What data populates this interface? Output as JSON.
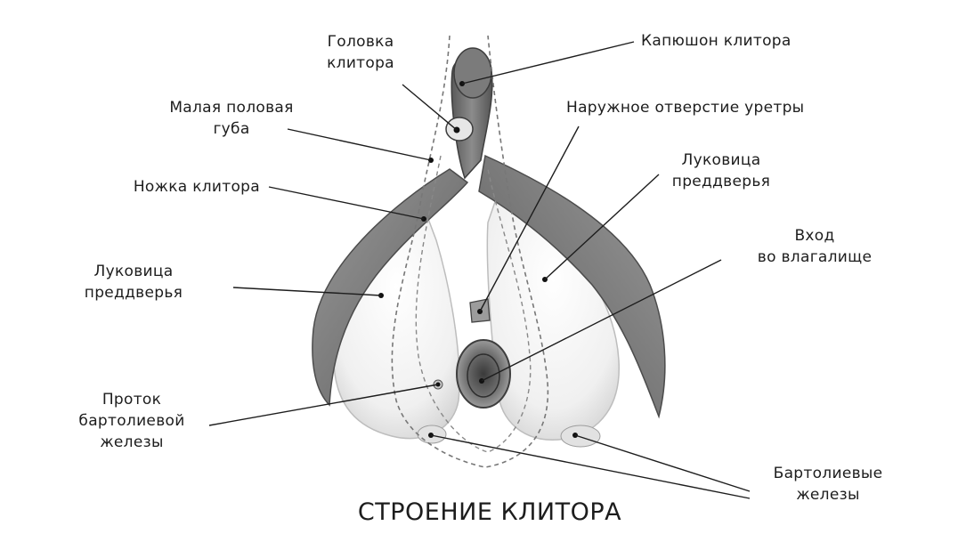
{
  "diagram": {
    "caption": "СТРОЕНИЕ КЛИТОРА",
    "labels": {
      "glans": [
        "Головка",
        "клитора"
      ],
      "hood": [
        "Капюшон клитора"
      ],
      "labia_minora": [
        "Малая половая",
        "губа"
      ],
      "urethra": [
        "Наружное отверстие уретры"
      ],
      "crus": [
        "Ножка клитора"
      ],
      "bulb_right": [
        "Луковица",
        "преддверья"
      ],
      "bulb_left": [
        "Луковица",
        "преддверья"
      ],
      "vaginal_opening": [
        "Вход",
        "во влагалище"
      ],
      "bartholin_duct": [
        "Проток",
        "бартолиевой",
        "железы"
      ],
      "bartholin_glands": [
        "Бартолиевые",
        "железы"
      ]
    }
  }
}
